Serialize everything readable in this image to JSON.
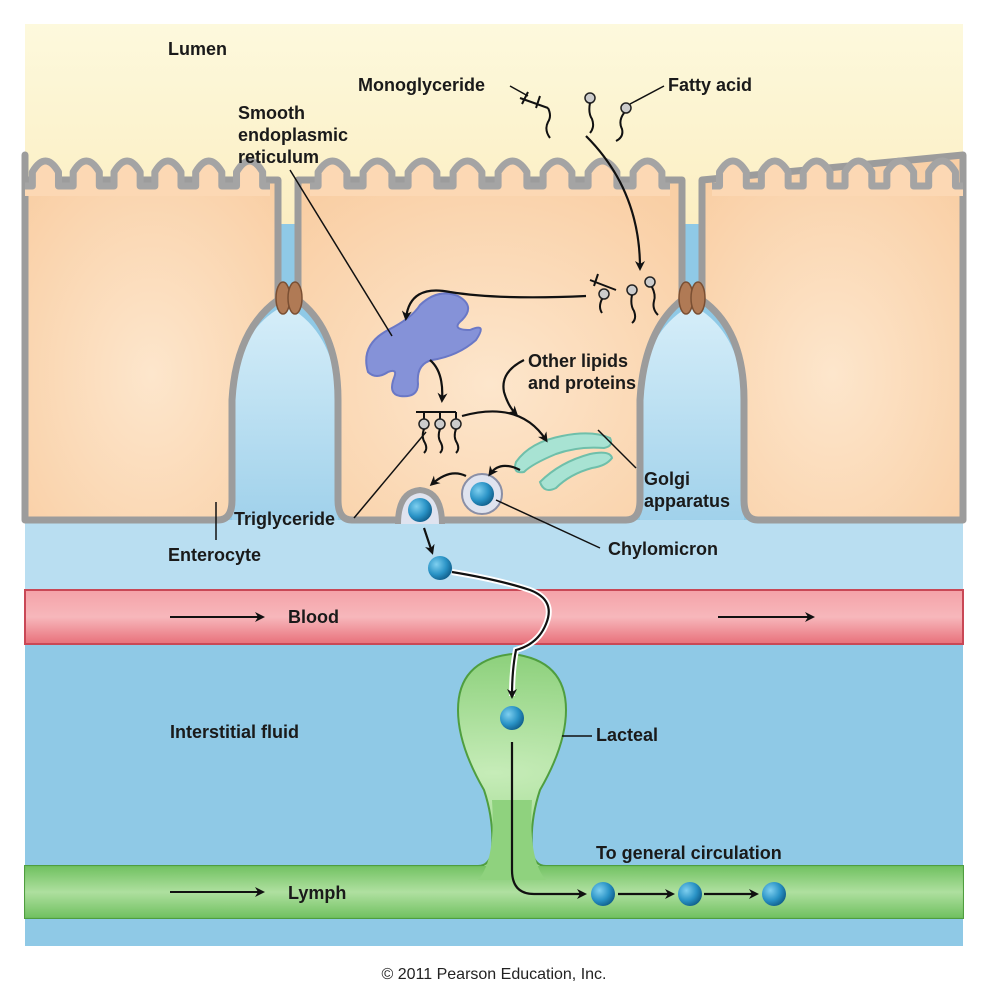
{
  "labels": {
    "lumen": "Lumen",
    "monoglyceride": "Monoglyceride",
    "fatty_acid": "Fatty acid",
    "smooth_er": "Smooth endoplasmic reticulum",
    "other_lipids": "Other lipids and proteins",
    "golgi": "Golgi apparatus",
    "triglyceride": "Triglyceride",
    "chylomicron": "Chylomicron",
    "enterocyte": "Enterocyte",
    "blood": "Blood",
    "interstitial_fluid": "Interstitial fluid",
    "lacteal": "Lacteal",
    "to_general_circulation": "To general circulation",
    "lymph": "Lymph"
  },
  "copyright": "© 2011 Pearson Education, Inc.",
  "colors": {
    "lumen": "#fdf6d2",
    "cell": "#fcd8b4",
    "membrane": "#b7b7b7",
    "interstitial": "#8fc9e6",
    "blood": "#e8707a",
    "lacteal": "#8fd27e",
    "er": "#7f8fd6",
    "golgi": "#8fd9c8",
    "chylomicron": "#2a8fc0",
    "tight_junction": "#b07a55"
  }
}
